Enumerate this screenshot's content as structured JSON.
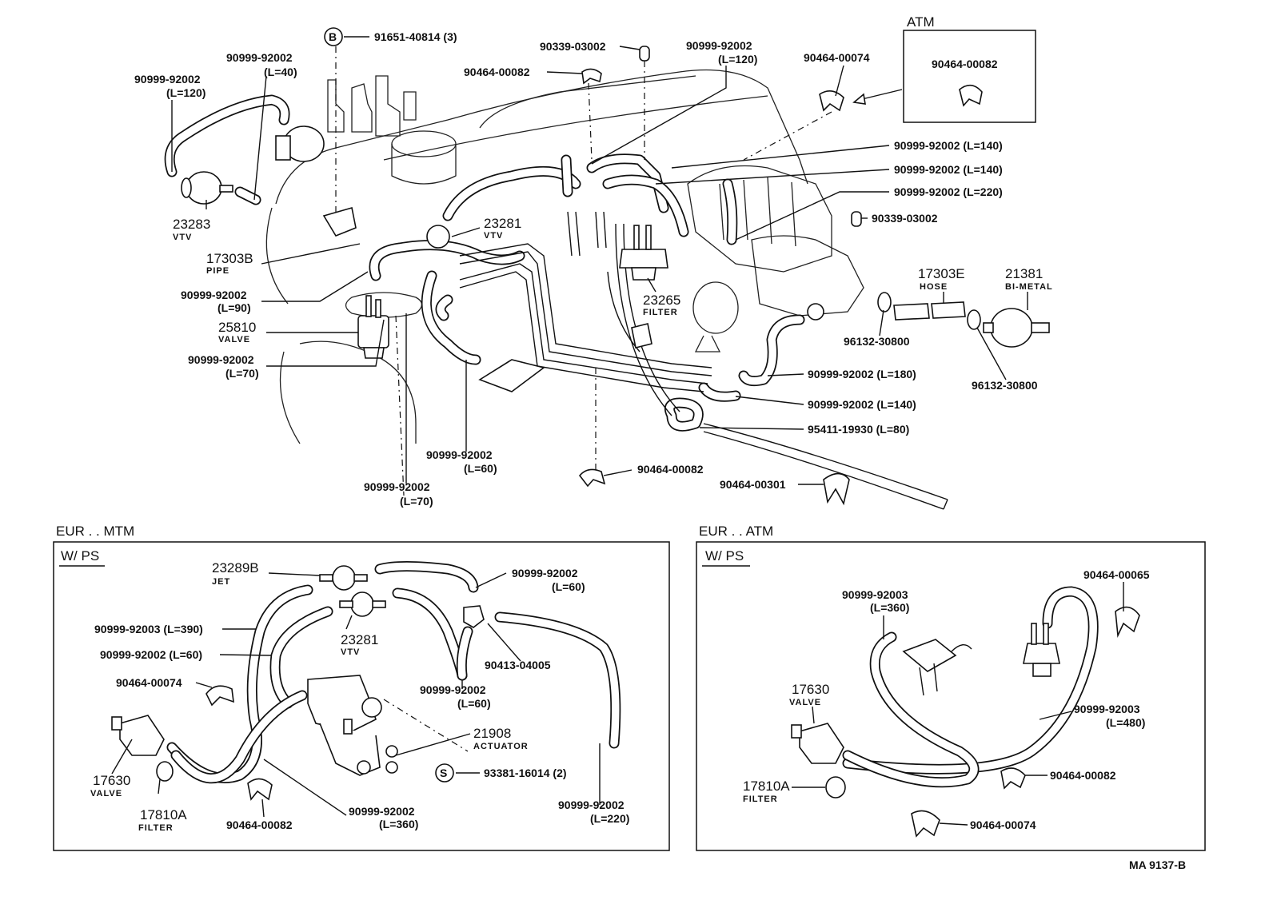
{
  "page": {
    "code": "MA 9137-B"
  },
  "top": {
    "atm_box": {
      "title": "ATM",
      "part": "90464-00082"
    },
    "labels": {
      "bolt": "91651-40814 (3)",
      "bolt_callout": "B",
      "cap1": "90339-03002",
      "clamp1": "90464-00082",
      "h120a": "90999-92002",
      "h120a_len": "(L=120)",
      "h40": "90999-92002",
      "h40_len": "(L=40)",
      "h120b": "90999-92002",
      "h120b_len": "(L=120)",
      "clamp_atm": "90464-00074",
      "h140a": "90999-92002 (L=140)",
      "h140b": "90999-92002 (L=140)",
      "h220": "90999-92002 (L=220)",
      "cap2": "90339-03002",
      "vtv1_num": "23283",
      "vtv1_name": "VTV",
      "vtv2_num": "23281",
      "vtv2_name": "VTV",
      "pipe_num": "17303B",
      "pipe_name": "PIPE",
      "h90": "90999-92002",
      "h90_len": "(L=90)",
      "valve_num": "25810",
      "valve_name": "VALVE",
      "h70a": "90999-92002",
      "h70a_len": "(L=70)",
      "filter_num": "23265",
      "filter_name": "FILTER",
      "hose_num": "17303E",
      "hose_name": "HOSE",
      "bimetal_num": "21381",
      "bimetal_name": "BI-METAL",
      "clip1": "96132-30800",
      "clip2": "96132-30800",
      "h180": "90999-92002 (L=180)",
      "h140c": "90999-92002 (L=140)",
      "h80": "95411-19930 (L=80)",
      "clamp2": "90464-00082",
      "clamp3": "90464-00301",
      "h60a": "90999-92002",
      "h60a_len": "(L=60)",
      "h70b": "90999-92002",
      "h70b_len": "(L=70)"
    }
  },
  "eur_mtm": {
    "title": "EUR . . MTM",
    "sub": "W/ PS",
    "labels": {
      "jet_num": "23289B",
      "jet_name": "JET",
      "h60r": "90999-92002",
      "h60r_len": "(L=60)",
      "h390": "90999-92003 (L=390)",
      "h60l": "90999-92002 (L=60)",
      "vtv_num": "23281",
      "vtv_name": "VTV",
      "tee": "90413-04005",
      "clamp74": "90464-00074",
      "h60m": "90999-92002",
      "h60m_len": "(L=60)",
      "act_num": "21908",
      "act_name": "ACTUATOR",
      "screw_callout": "S",
      "screw": "93381-16014 (2)",
      "valve_num": "17630",
      "valve_name": "VALVE",
      "filter_num": "17810A",
      "filter_name": "FILTER",
      "clamp82": "90464-00082",
      "h360": "90999-92002",
      "h360_len": "(L=360)",
      "h220": "90999-92002",
      "h220_len": "(L=220)"
    }
  },
  "eur_atm": {
    "title": "EUR . . ATM",
    "sub": "W/ PS",
    "labels": {
      "h360": "90999-92003",
      "h360_len": "(L=360)",
      "clamp65": "90464-00065",
      "valve_num": "17630",
      "valve_name": "VALVE",
      "h480": "90999-92003",
      "h480_len": "(L=480)",
      "clamp82": "90464-00082",
      "filter_num": "17810A",
      "filter_name": "FILTER",
      "clamp74": "90464-00074"
    }
  }
}
